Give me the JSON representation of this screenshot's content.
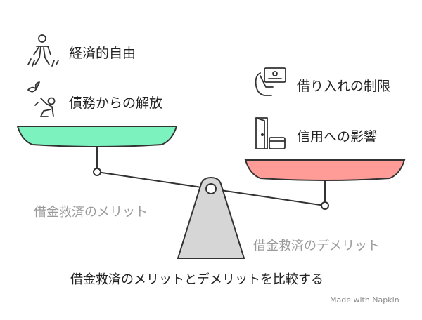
{
  "left_side": {
    "label": "借金救済のメリット",
    "pan_color": "#7CF2BE",
    "items": [
      {
        "label": "経済的自由",
        "icon": "person-walking-icon"
      },
      {
        "label": "債務からの解放",
        "icon": "person-releasing-bird-icon"
      }
    ]
  },
  "right_side": {
    "label": "借金救済のデメリット",
    "pan_color": "#FF9C98",
    "items": [
      {
        "label": "借り入れの制限",
        "icon": "hand-holding-card-icon"
      },
      {
        "label": "信用への影響",
        "icon": "door-and-card-icon"
      }
    ]
  },
  "fulcrum_color": "#D6D6D6",
  "footer": {
    "title": "借金救済のメリットとデメリットを比較する",
    "watermark": "Made with Napkin"
  }
}
